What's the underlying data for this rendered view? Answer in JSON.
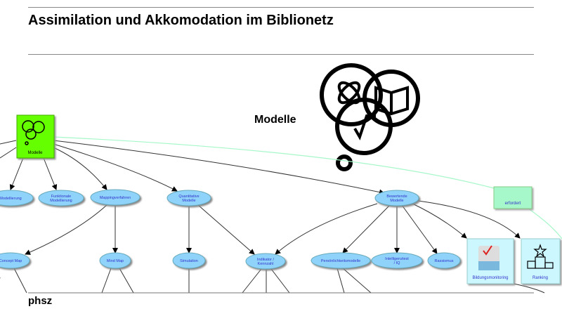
{
  "title": "Assimilation und Akkomodation im Biblionetz",
  "heading": "Modelle",
  "footer": "phsz",
  "colors": {
    "root": "#66ff00",
    "ellipse": "#8fd3fa",
    "box": "#ccf7ff",
    "relation": "#a6f7c9",
    "link_text": "#3333cc"
  },
  "graph": {
    "root": {
      "label": "Modelle",
      "icon": "models-icon"
    },
    "relation": {
      "label": "erfordert"
    },
    "nodes": [
      {
        "label": "Modellierung"
      },
      {
        "label": "Funktionale Modellierung"
      },
      {
        "label": "Mappingverfahren"
      },
      {
        "label": "Quantitative Modelle"
      },
      {
        "label": "Bewertende Modelle"
      },
      {
        "label": "Concept Map"
      },
      {
        "label": "Mind Map"
      },
      {
        "label": "Simulation"
      },
      {
        "label": "Indikator / Kennzahl"
      },
      {
        "label": "Persönlichkeitsmodelle"
      },
      {
        "label": "Intelligenztest / IQ"
      },
      {
        "label": "Rassismus"
      }
    ],
    "boxes": [
      {
        "label": "Bildungsmonitoring",
        "icon": "podium-checklist-icon"
      },
      {
        "label": "Ranking",
        "icon": "ranking-star-icon"
      }
    ]
  }
}
